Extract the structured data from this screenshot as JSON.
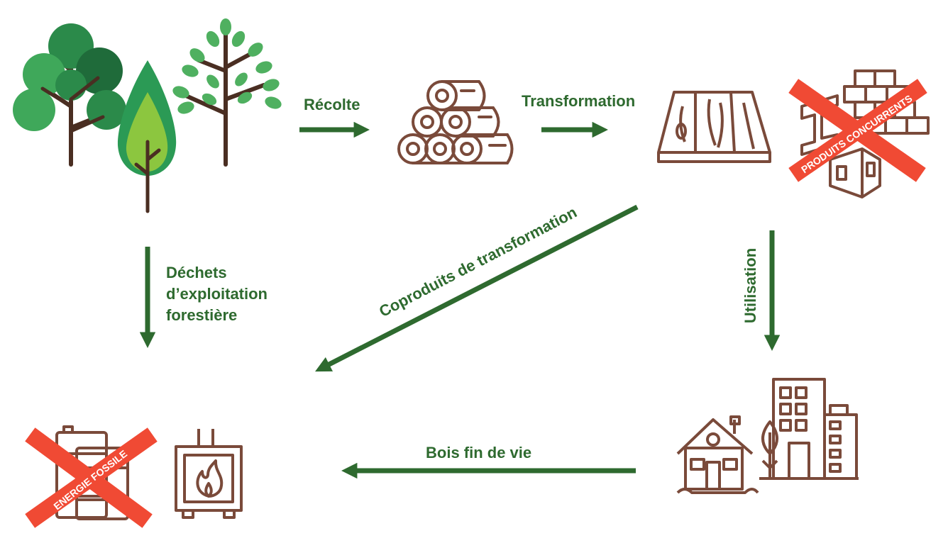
{
  "colors": {
    "arrow_green": "#2e6a2f",
    "label_green": "#2e6a2f",
    "icon_brown": "#7a4a3a",
    "cross_red": "#f04a34",
    "tree_green_dark": "#2b8a4a",
    "tree_green_mid": "#3fa85a",
    "tree_green_light": "#8cc63f"
  },
  "labels": {
    "harvest": "Récolte",
    "transformation": "Transformation",
    "forest_waste_line1": "Déchets",
    "forest_waste_line2": "d’exploitation",
    "forest_waste_line3": "forestière",
    "coproducts": "Coproduits de transformation",
    "usage": "Utilisation",
    "end_of_life": "Bois fin de vie"
  },
  "stamps": {
    "competing_products": "PRODUITS CONCURRENTS",
    "fossil_energy": "ENERGIE FOSSILE"
  },
  "icons": {
    "forest": "trees-icon",
    "logs": "logs-icon",
    "planks": "wood-planks-icon",
    "competitors": "steel-brick-concrete-icon",
    "buildings": "houses-buildings-icon",
    "fossil": "oil-barrels-icon",
    "stove": "wood-stove-icon"
  }
}
